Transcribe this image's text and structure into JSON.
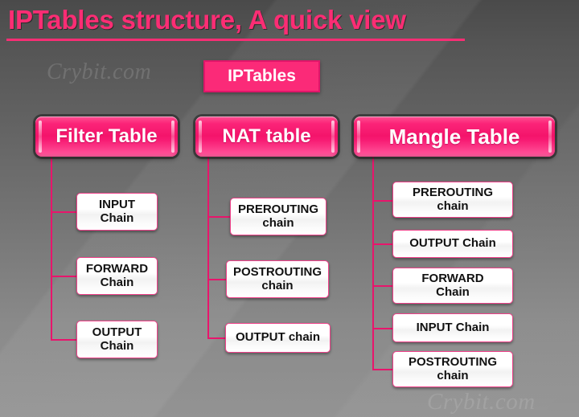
{
  "slide": {
    "title": "IPTables structure, A quick view",
    "watermark": "Crybit.com",
    "colors": {
      "accent_pink": "#fb2d74",
      "line_pink": "#e8156c",
      "box_white": "#ffffff",
      "background_gray": "#6f6f6f"
    }
  },
  "root": {
    "label": "IPTables"
  },
  "tables": [
    {
      "label": "Filter Table",
      "chains": [
        {
          "line1": "INPUT",
          "line2": "Chain"
        },
        {
          "line1": "FORWARD",
          "line2": "Chain"
        },
        {
          "line1": "OUTPUT",
          "line2": "Chain"
        }
      ]
    },
    {
      "label": "NAT table",
      "chains": [
        {
          "line1": "PREROUTING",
          "line2": "chain"
        },
        {
          "line1": "POSTROUTING",
          "line2": "chain"
        },
        {
          "line1": "OUTPUT chain",
          "line2": ""
        }
      ]
    },
    {
      "label": "Mangle Table",
      "chains": [
        {
          "line1": "PREROUTING",
          "line2": "chain"
        },
        {
          "line1": "OUTPUT Chain",
          "line2": ""
        },
        {
          "line1": "FORWARD",
          "line2": "Chain"
        },
        {
          "line1": "INPUT Chain",
          "line2": ""
        },
        {
          "line1": "POSTROUTING",
          "line2": "chain"
        }
      ]
    }
  ]
}
